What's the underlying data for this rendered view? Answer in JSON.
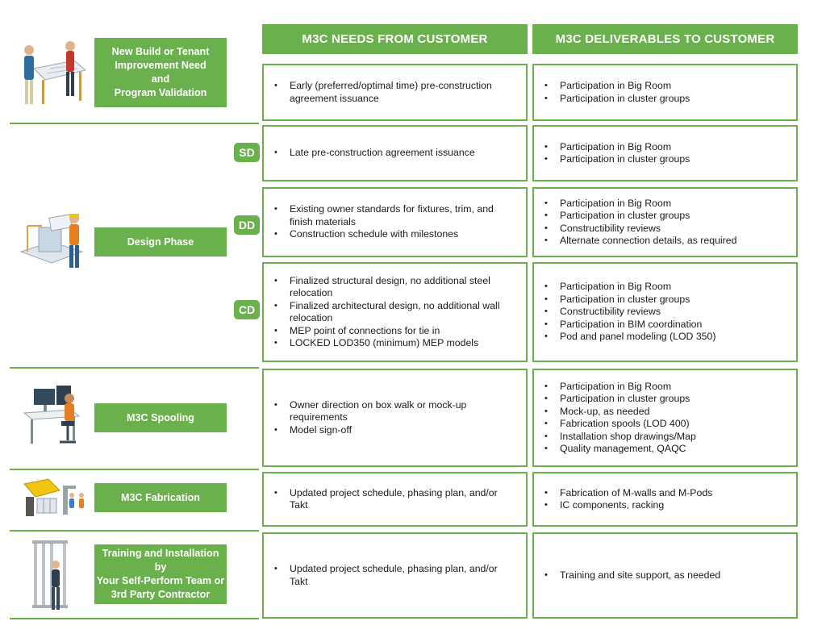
{
  "headers": {
    "needs": "M3C NEEDS FROM CUSTOMER",
    "deliverables": "M3C DELIVERABLES TO CUSTOMER"
  },
  "phases": {
    "new_build": [
      "New Build or Tenant",
      "Improvement Need",
      "and",
      "Program Validation"
    ],
    "design": "Design Phase",
    "spooling": "M3C Spooling",
    "fabrication": "M3C Fabrication",
    "training": [
      "Training and Installation",
      "by",
      "Your Self-Perform Team or",
      "3rd Party Contractor"
    ]
  },
  "tags": {
    "sd": "SD",
    "dd": "DD",
    "cd": "CD"
  },
  "rows": [
    {
      "needs": [
        "Early (preferred/optimal time) pre-construction agreement issuance"
      ],
      "deliverables": [
        "Participation in Big Room",
        "Participation in cluster groups"
      ]
    },
    {
      "needs": [
        "Late pre-construction agreement issuance"
      ],
      "deliverables": [
        "Participation in Big Room",
        "Participation in cluster groups"
      ]
    },
    {
      "needs": [
        "Existing owner standards for fixtures, trim, and finish materials",
        "Construction schedule with milestones"
      ],
      "deliverables": [
        "Participation in Big Room",
        "Participation in cluster groups",
        "Constructibility reviews",
        "Alternate connection details, as required"
      ]
    },
    {
      "needs": [
        "Finalized structural design, no additional steel relocation",
        "Finalized architectural design, no additional wall relocation",
        "MEP point of connections for tie in",
        "LOCKED LOD350 (minimum) MEP models"
      ],
      "deliverables": [
        "Participation in Big Room",
        "Participation in cluster groups",
        "Constructibility reviews",
        "Participation in BIM coordination",
        "Pod and panel modeling (LOD 350)"
      ]
    },
    {
      "needs": [
        "Owner direction on box walk or mock-up requirements",
        "Model sign-off"
      ],
      "deliverables": [
        "Participation in Big Room",
        "Participation in cluster groups",
        "Mock-up, as needed",
        "Fabrication spools (LOD 400)",
        "Installation shop drawings/Map",
        "Quality management, QAQC"
      ]
    },
    {
      "needs": [
        "Updated project schedule, phasing plan, and/or Takt"
      ],
      "deliverables": [
        "Fabrication of M-walls and M-Pods",
        "IC components, racking"
      ]
    },
    {
      "needs": [
        "Updated project schedule, phasing plan, and/or Takt"
      ],
      "deliverables": [
        "Training and site support, as needed"
      ]
    }
  ],
  "colors": {
    "accent": "#6ab04c"
  },
  "icons": [
    "architects-drafting-illustration",
    "design-engineer-illustration",
    "spooling-workstation-illustration",
    "fabrication-shop-illustration",
    "installation-worker-illustration"
  ]
}
